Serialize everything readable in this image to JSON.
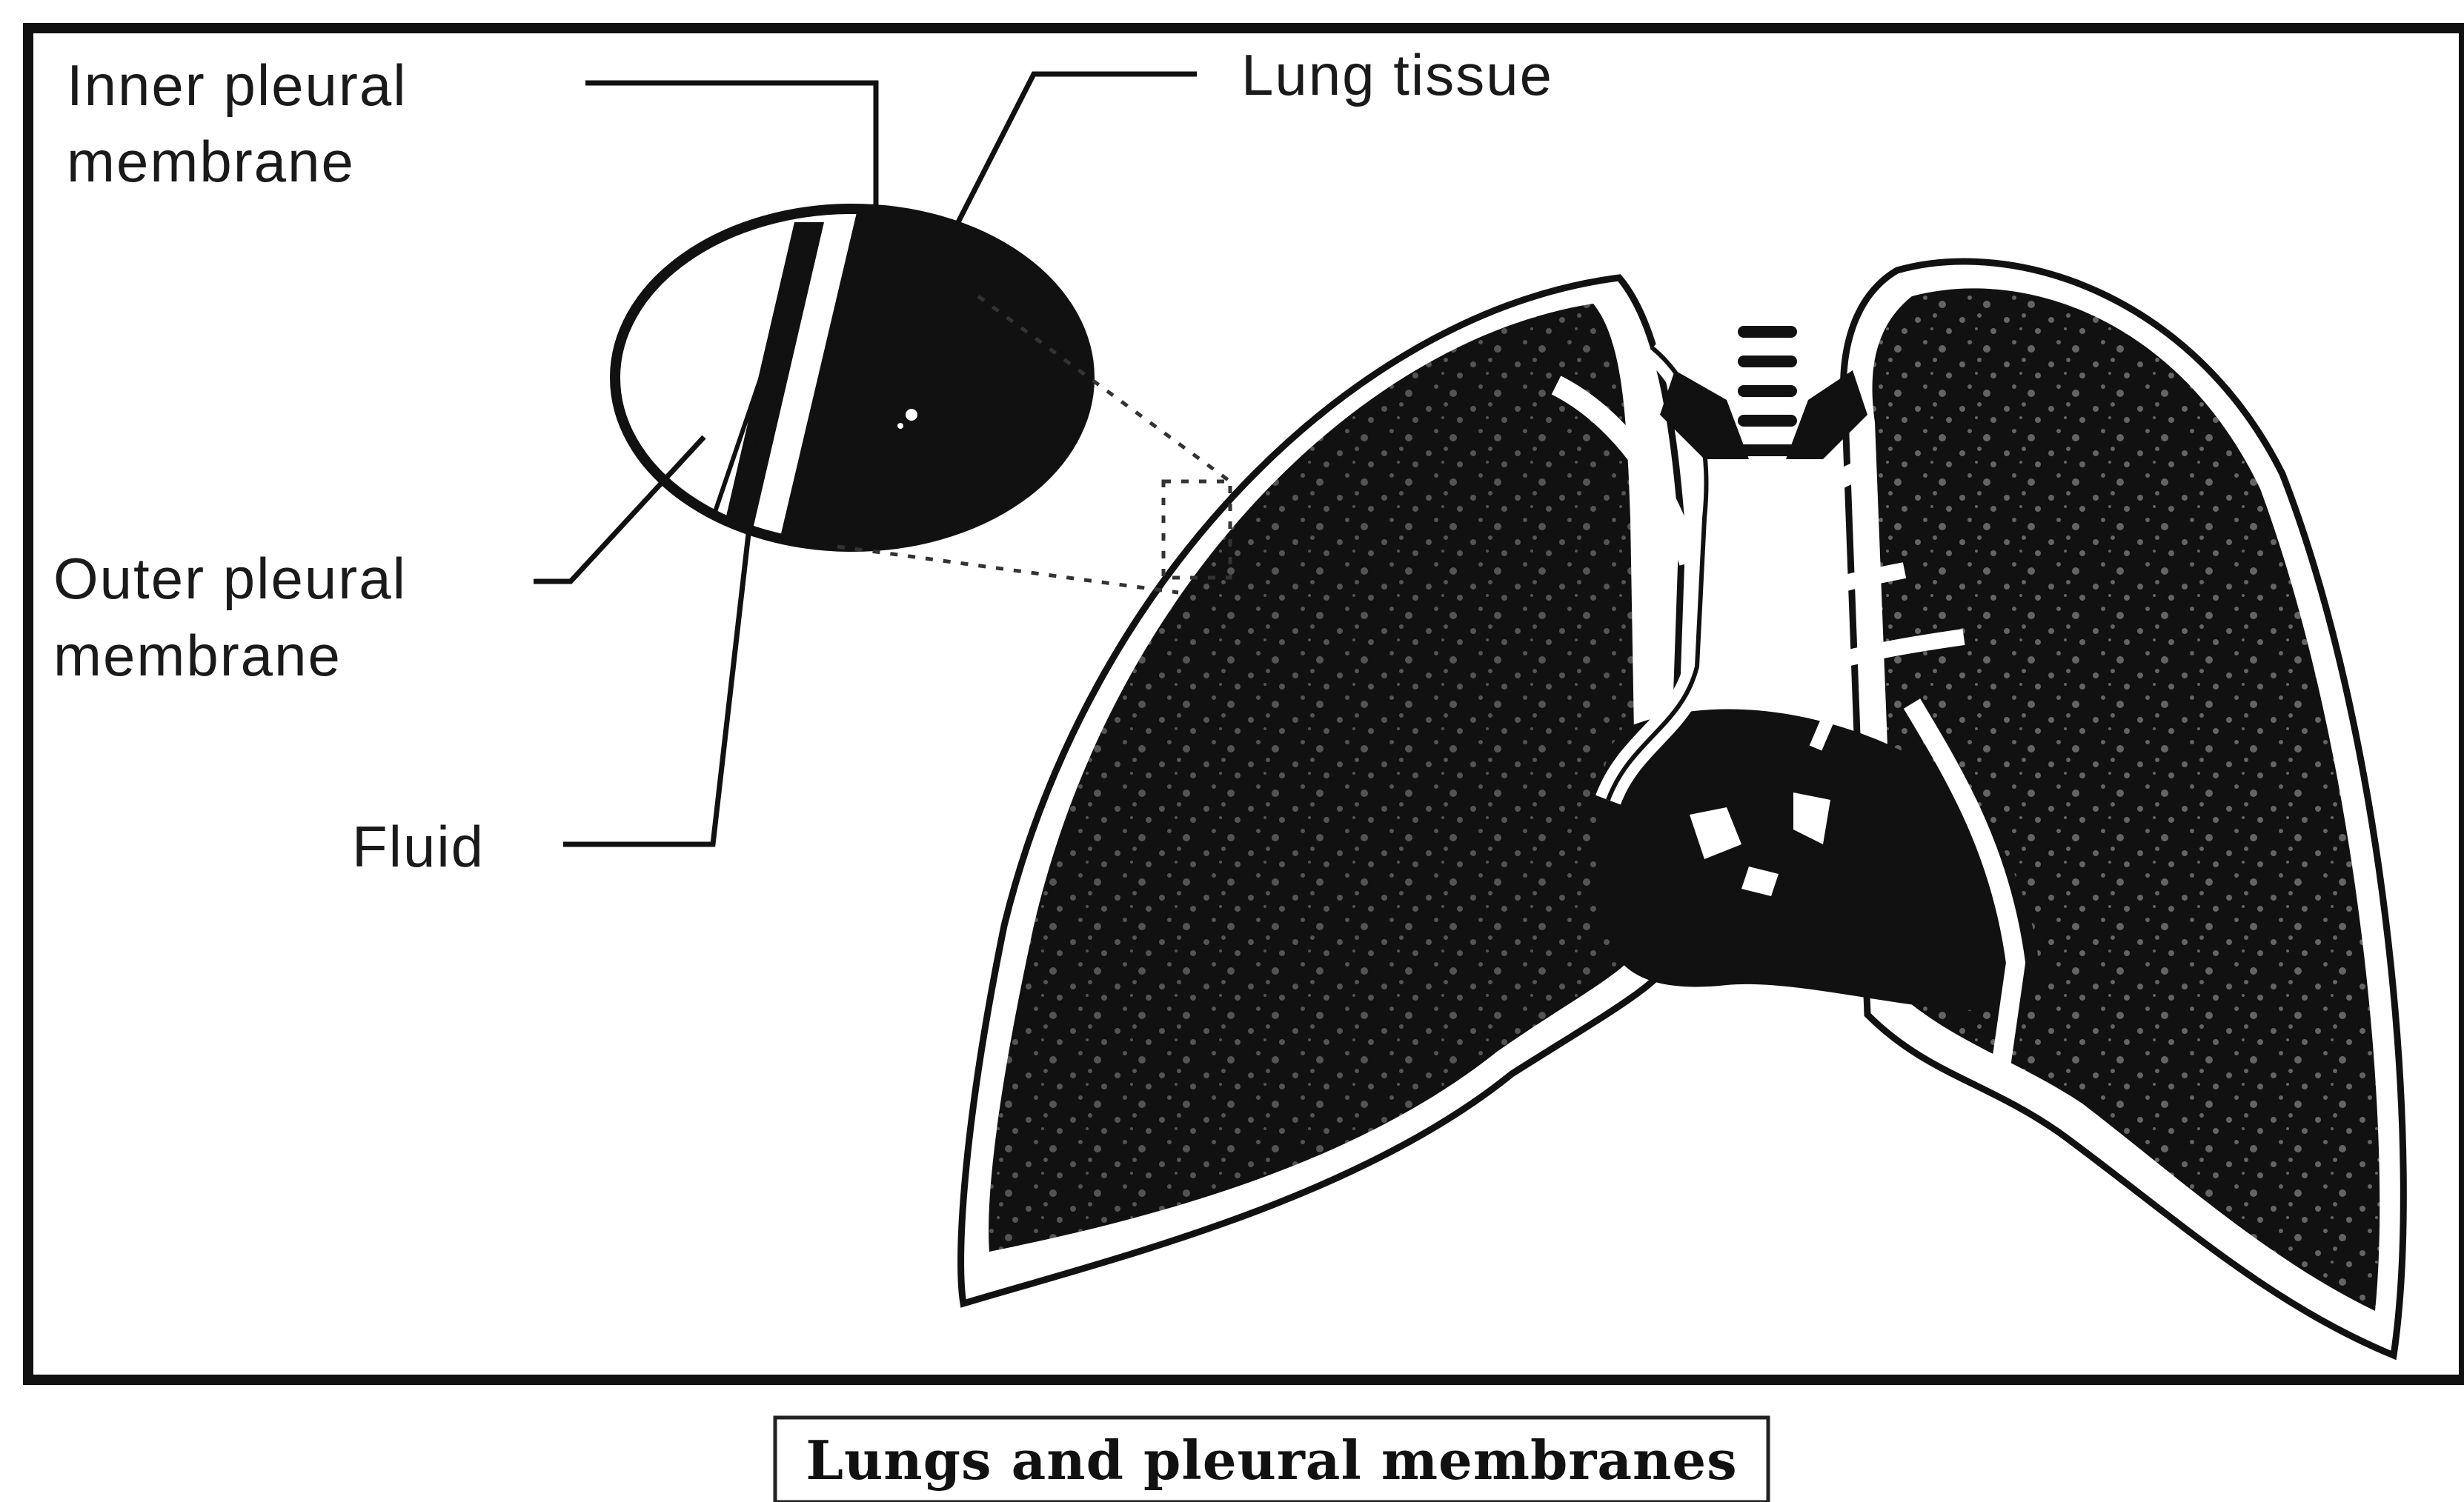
{
  "labels": {
    "inner_pleural_line1": "Inner pleural",
    "inner_pleural_line2": "membrane",
    "lung_tissue": "Lung tissue",
    "outer_pleural_line1": "Outer pleural",
    "outer_pleural_line2": "membrane",
    "fluid": "Fluid"
  },
  "caption": "Lungs and pleural membranes",
  "colors": {
    "ink": "#111111",
    "paper": "#ffffff"
  }
}
